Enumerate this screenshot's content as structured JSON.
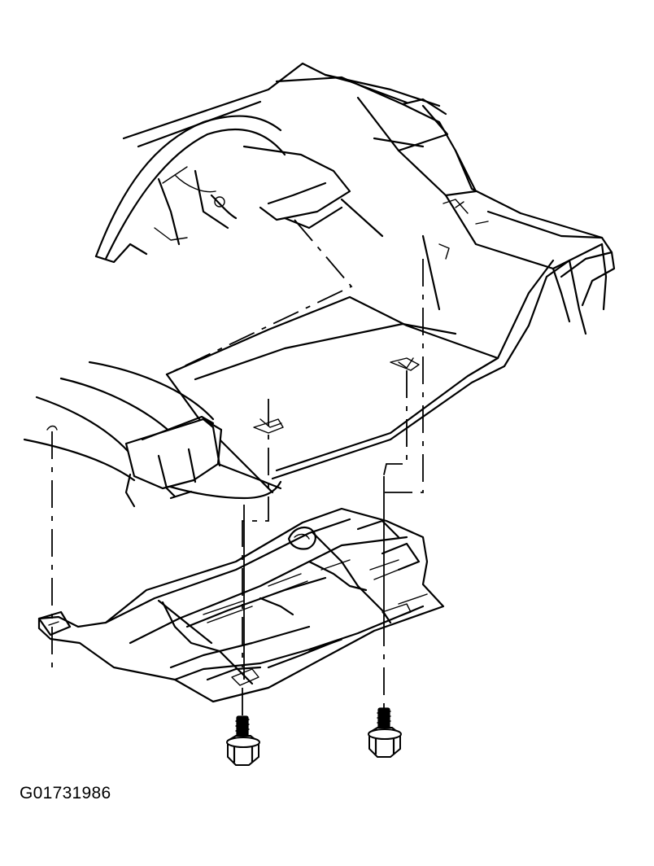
{
  "figure": {
    "id_label": "G01731986"
  },
  "parts": {
    "frame": "vehicle-frame-crossmember",
    "tank": "fuel-tank",
    "shield": "fuel-tank-shield",
    "fasteners": "shield-bolts"
  },
  "colors": {
    "line": "#000000",
    "background": "#ffffff"
  }
}
